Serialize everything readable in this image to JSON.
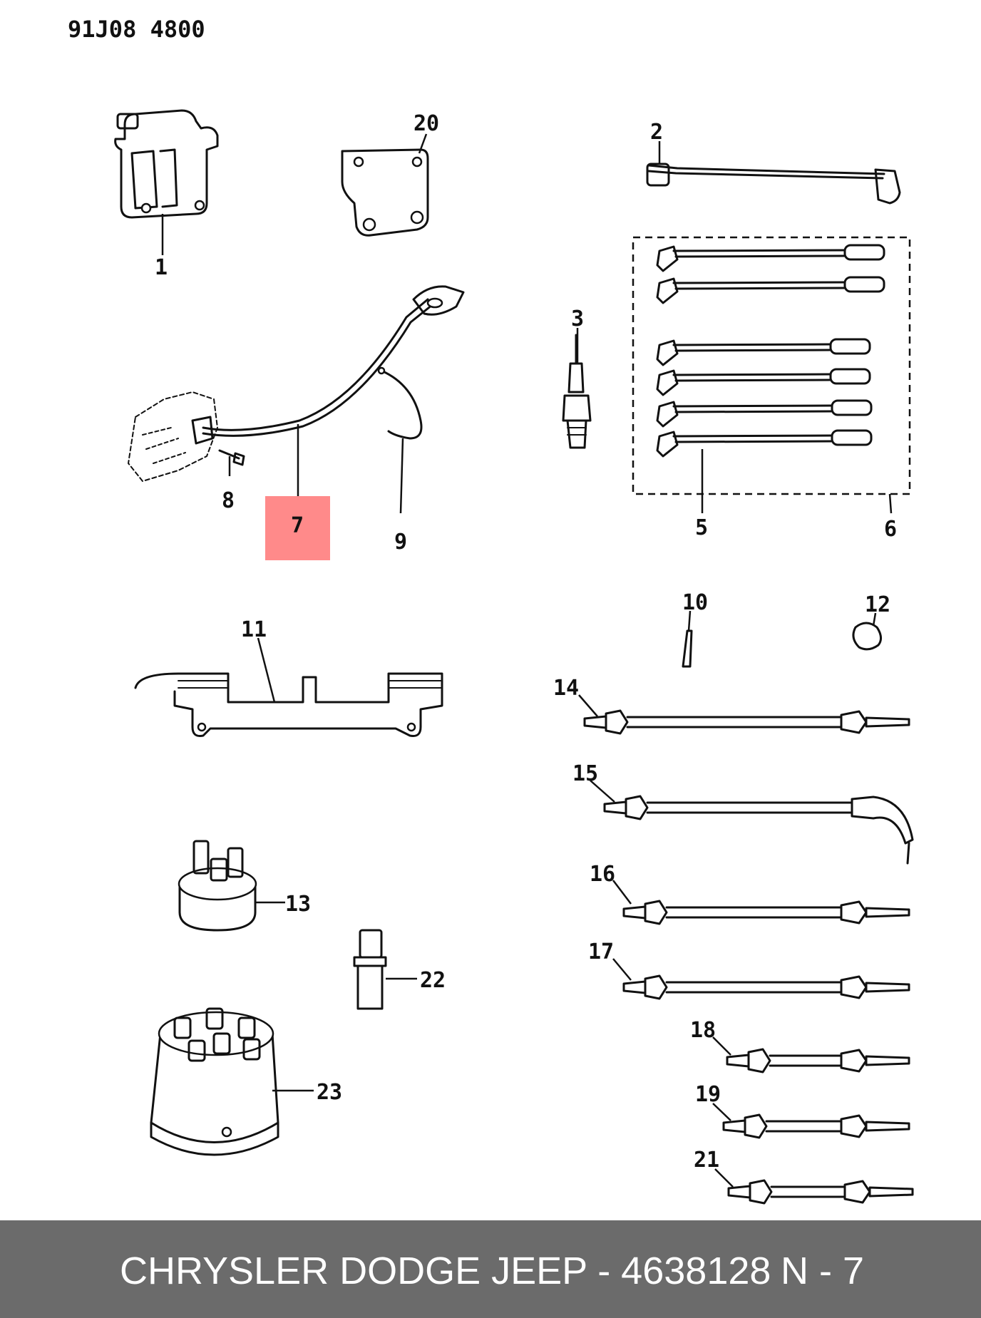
{
  "header": {
    "code": "91J08 4800"
  },
  "highlight": {
    "color": "#ff8a8a",
    "callout": "7"
  },
  "callouts": [
    "1",
    "2",
    "3",
    "5",
    "6",
    "7",
    "8",
    "9",
    "10",
    "11",
    "12",
    "13",
    "14",
    "15",
    "16",
    "17",
    "18",
    "19",
    "20",
    "21",
    "22",
    "23"
  ],
  "footer": {
    "title": "CHRYSLER DODGE JEEP - 4638128",
    "page": "N - 7"
  },
  "colors": {
    "footer_bg": "#6b6b6b",
    "footer_text": "#ffffff",
    "ink": "#111111"
  }
}
